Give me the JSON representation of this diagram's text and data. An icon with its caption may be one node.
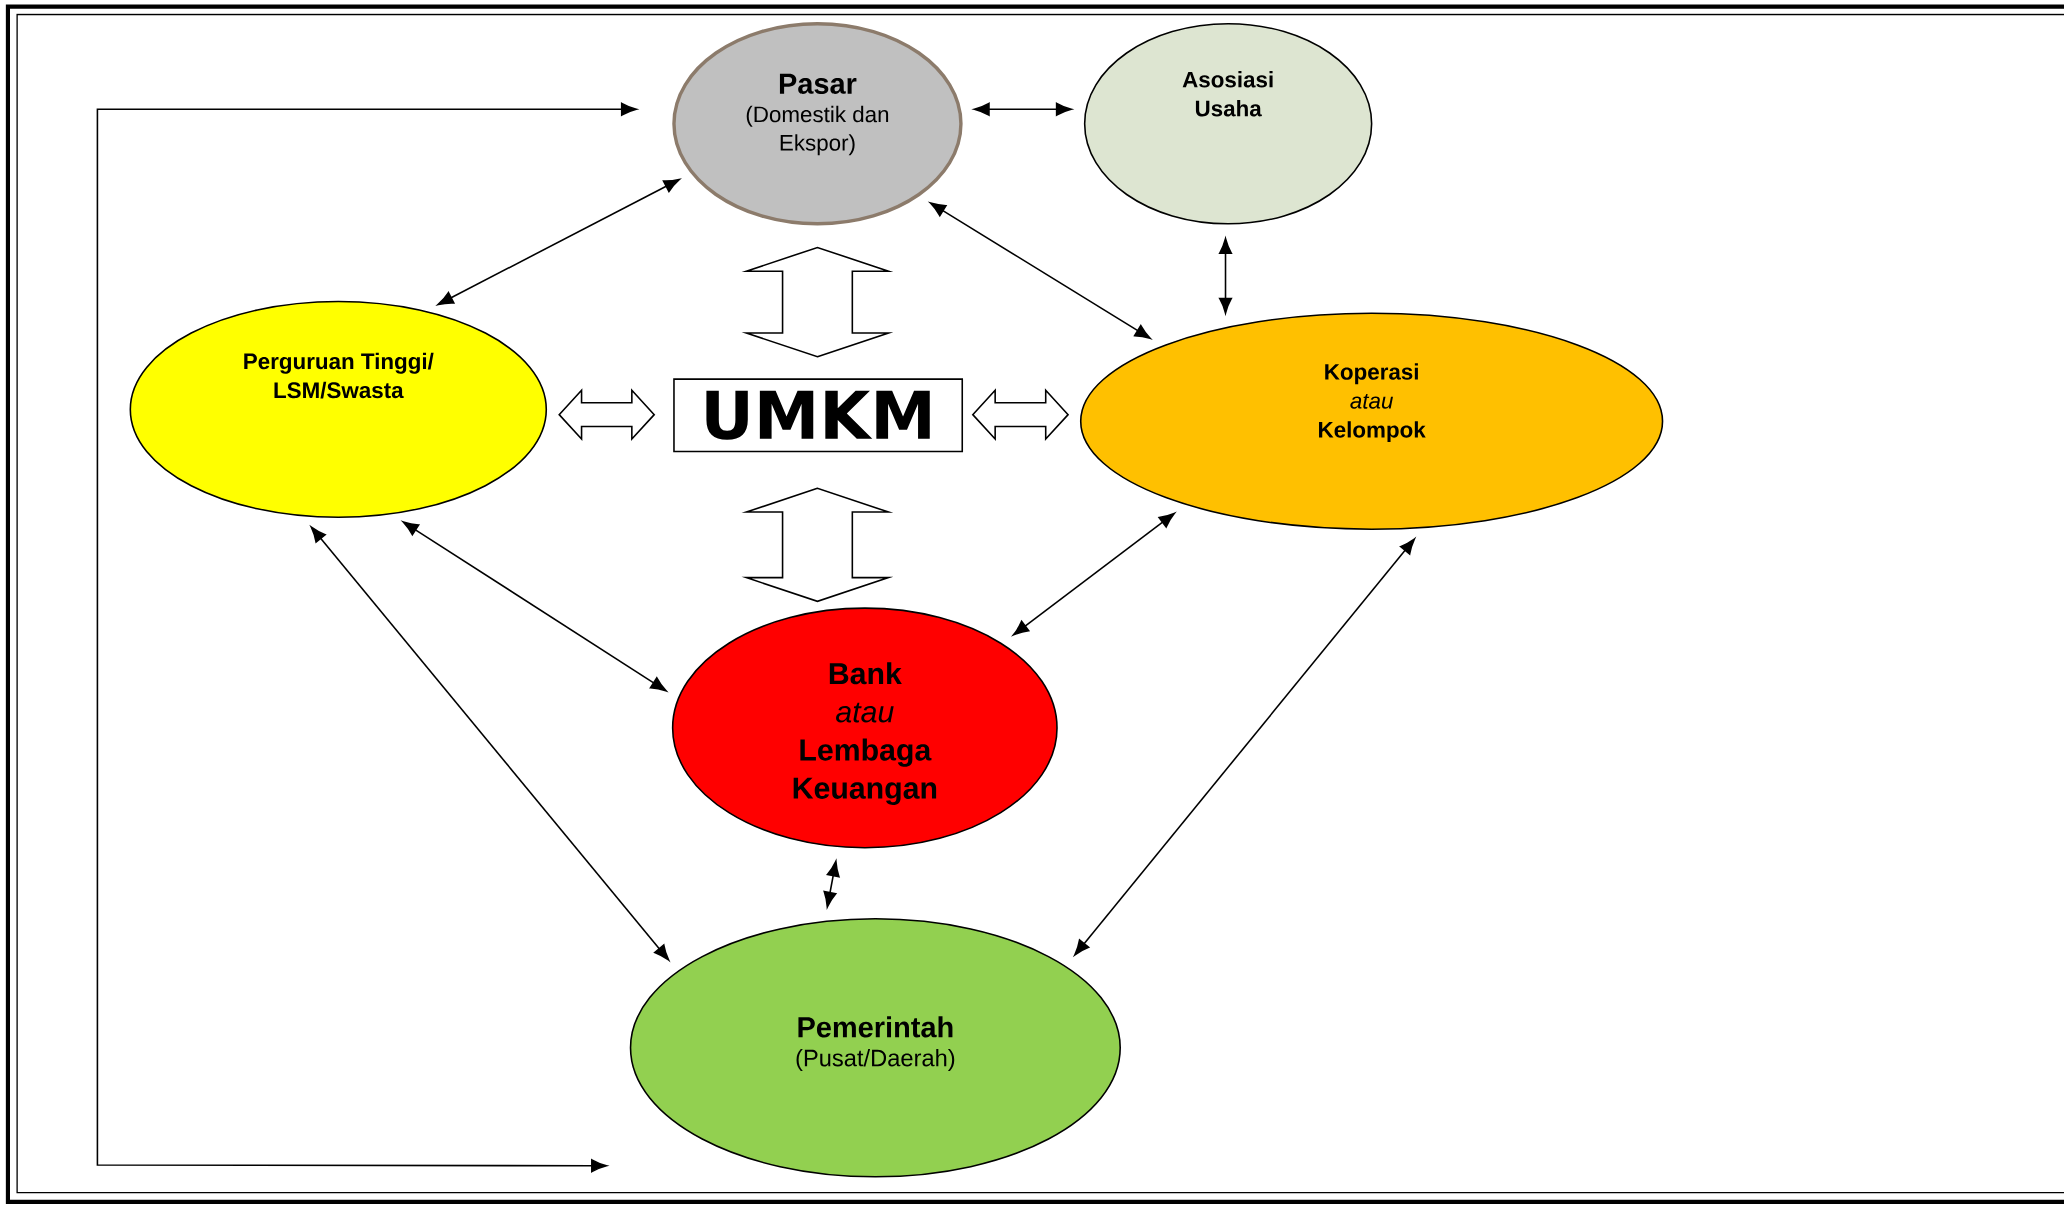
{
  "diagram": {
    "nodes": [
      {
        "text": [
          "Pasar",
          "(Domestik dan Ekspor)"
        ]
      },
      {
        "text": [
          "Asosiasi Usaha"
        ]
      },
      {
        "text": [
          "Perguruan Tinggi/ LSM/Swasta"
        ]
      },
      {
        "text": [
          "UMKM"
        ]
      },
      {
        "text": [
          "Koperasi",
          "atau",
          "Kelompok"
        ]
      },
      {
        "text": [
          "Bank",
          "atau",
          "Lembaga Keuangan"
        ]
      },
      {
        "text": [
          "Pemerintah",
          "(Pusat/Daerah)"
        ]
      }
    ],
    "edges": [
      {
        "from": 0,
        "to": 1,
        "arrow": "both"
      },
      {
        "from": 2,
        "to": 0,
        "arrow": "both"
      },
      {
        "from": 0,
        "to": 4,
        "arrow": "both"
      },
      {
        "from": 1,
        "to": 4,
        "arrow": "both"
      },
      {
        "from": 3,
        "to": 0,
        "arrow": "both",
        "style": "thick"
      },
      {
        "from": 2,
        "to": 3,
        "arrow": "both",
        "style": "thick"
      },
      {
        "from": 3,
        "to": 4,
        "arrow": "both",
        "style": "thick"
      },
      {
        "from": 3,
        "to": 5,
        "arrow": "both",
        "style": "thick"
      },
      {
        "from": 2,
        "to": 5,
        "arrow": "both"
      },
      {
        "from": 4,
        "to": 5,
        "arrow": "both"
      },
      {
        "from": 2,
        "to": 6,
        "arrow": "both"
      },
      {
        "from": 5,
        "to": 6,
        "arrow": "both"
      },
      {
        "from": 4,
        "to": 6,
        "arrow": "both"
      },
      {
        "from": 0,
        "to": 6,
        "arrow": "both"
      }
    ]
  }
}
